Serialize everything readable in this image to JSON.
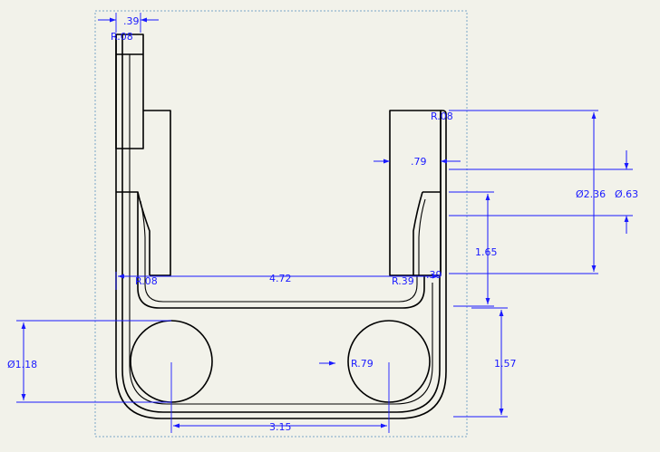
{
  "drawing": {
    "dimensions": {
      "top_width": ".39",
      "top_radius": "R.08",
      "right_radius": "R.08",
      "slot_width": ".79",
      "hole_diameter": "Ø2.36",
      "pin_diameter": "Ø.63",
      "slot_height": "1.65",
      "inner_width": "4.72",
      "left_inner_radius": "R.08",
      "right_inner_radius": "R.39",
      "right_offset": ".39",
      "left_circle_diameter": "Ø1.18",
      "right_circle_radius": "R.79",
      "bottom_height": "1.57",
      "circle_spacing": "3.15"
    },
    "colors": {
      "background": "#f2f2ea",
      "geometry": "#000000",
      "dimension": "#1a1aff",
      "frame": "#7aa6c8"
    }
  }
}
